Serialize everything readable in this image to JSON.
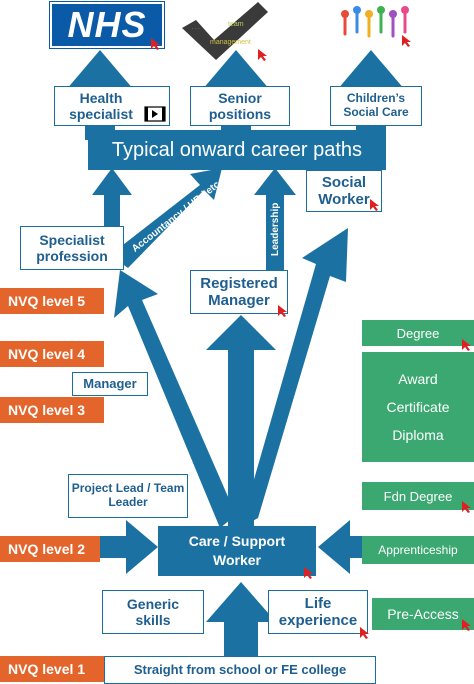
{
  "colors": {
    "blue": "#1b72a2",
    "orange": "#e3652c",
    "green": "#3aa870",
    "nhs_blue": "#0a5aa8"
  },
  "logos": {
    "nhs": "NHS",
    "checkmark_words": [
      "team",
      "management"
    ]
  },
  "top_boxes": {
    "health_specialist": "Health specialist",
    "senior_positions": "Senior positions",
    "childrens_social_care": "Children’s Social Care"
  },
  "banner": "Typical onward career paths",
  "social_worker": "Social Worker",
  "specialist_profession": "Specialist profession",
  "accountancy_label": "Accountancy / HR / etc",
  "leadership_label": "Leadership",
  "registered_manager": "Registered Manager",
  "nvq": {
    "l5": "NVQ level 5",
    "l4": "NVQ level 4",
    "l3": "NVQ level 3",
    "l2": "NVQ level 2",
    "l1": "NVQ level 1"
  },
  "manager": "Manager",
  "project_lead": "Project Lead / Team Leader",
  "care_worker": "Care / Support Worker",
  "generic_skills": "Generic skills",
  "life_experience": "Life experience",
  "school": "Straight from school or FE college",
  "green": {
    "degree": "Degree",
    "award": "Award",
    "certificate": "Certificate",
    "diploma": "Diploma",
    "fdn_degree": "Fdn Degree",
    "apprenticeship": "Apprenticeship",
    "pre_access": "Pre-Access"
  },
  "icons": [
    "video-icon",
    "cursor-icon",
    "checkmark-icon",
    "people-icon",
    "nhs-logo"
  ]
}
